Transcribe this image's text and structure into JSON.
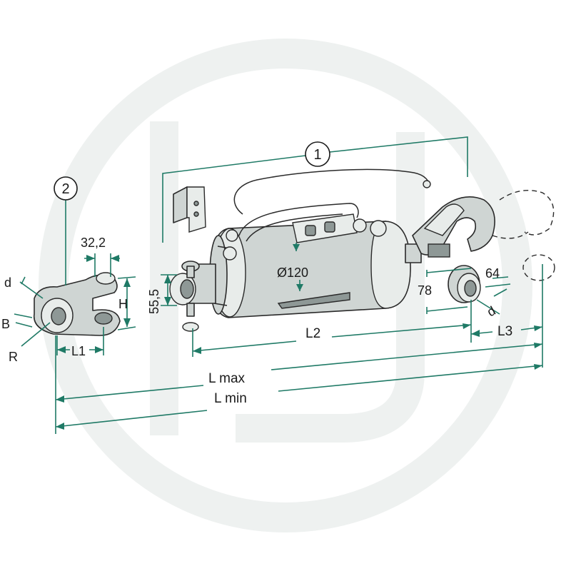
{
  "callouts": {
    "assembly": "1",
    "fork": "2"
  },
  "dimensions": {
    "fork_gap": "32,2",
    "fork_d": "d",
    "fork_B": "B",
    "fork_R": "R",
    "fork_H": "H",
    "fork_L1": "L1",
    "ball_height": "55,5",
    "cylinder_diameter": "Ø120",
    "ball_78": "78",
    "ball_64": "64",
    "ball_d": "d",
    "L2": "L2",
    "L3": "L3",
    "L_max": "L max",
    "L_min": "L min"
  },
  "colors": {
    "dimension_line": "#1f7a66",
    "part_fill": "#cfd5d3",
    "outline": "#2a2a2a"
  }
}
